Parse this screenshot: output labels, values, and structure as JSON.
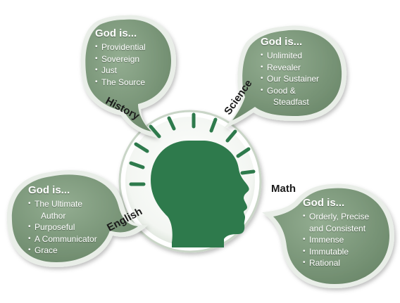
{
  "colors": {
    "bubble_fill": "#7f9b7e",
    "bubble_rim": "#e9eee8",
    "head_green": "#2e7a4c",
    "ray_green": "#2e7a4c",
    "label_text": "#1b1b1b"
  },
  "bubbles": {
    "history": {
      "heading": "God is...",
      "items": [
        "Providential",
        "Sovereign",
        "Just",
        "The Source"
      ],
      "subject": "History"
    },
    "science": {
      "heading": "God is...",
      "items": [
        "Unlimited",
        "Revealer",
        "Our Sustainer",
        "Good &",
        "Steadfast"
      ],
      "subject": "Science"
    },
    "english": {
      "heading": "God is...",
      "items": [
        "The Ultimate",
        "Author",
        "Purposeful",
        "A Communicator",
        "Grace"
      ],
      "subject": "English"
    },
    "math": {
      "heading": "God is...",
      "items": [
        "Orderly, Precise",
        "and Consistent",
        "Immense",
        "Immutable",
        "Rational"
      ],
      "subject": "Math"
    }
  }
}
